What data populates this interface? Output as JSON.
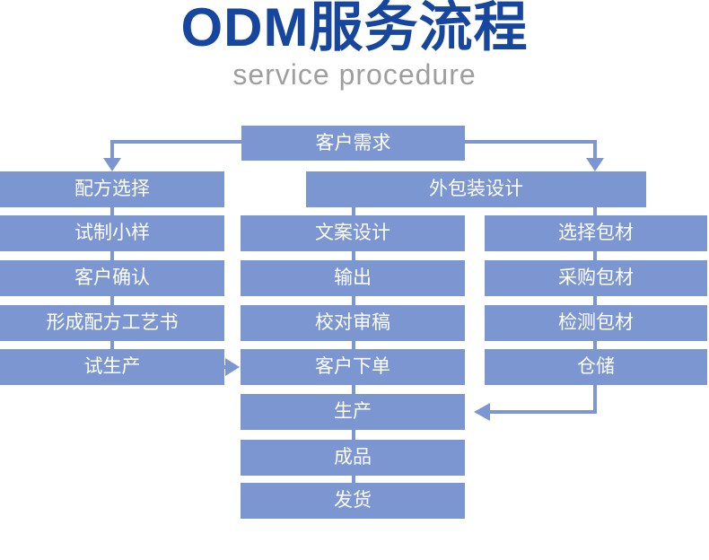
{
  "header": {
    "title": "ODM服务流程",
    "subtitle": "service procedure"
  },
  "colors": {
    "node_fill": "#7c96d2",
    "connector": "#7c96d2",
    "title_blue": "#17469e",
    "subtitle_gray": "#9e9e9e",
    "node_text": "#ffffff",
    "background": "#ffffff"
  },
  "flowchart": {
    "root": "客户需求",
    "banner": "外包装设计",
    "left": [
      "配方选择",
      "试制小样",
      "客户确认",
      "形成配方工艺书",
      "试生产"
    ],
    "middle": [
      "文案设计",
      "输出",
      "校对审稿",
      "客户下单",
      "生产",
      "成品",
      "发货"
    ],
    "right": [
      "选择包材",
      "采购包材",
      "检测包材",
      "仓储"
    ]
  }
}
